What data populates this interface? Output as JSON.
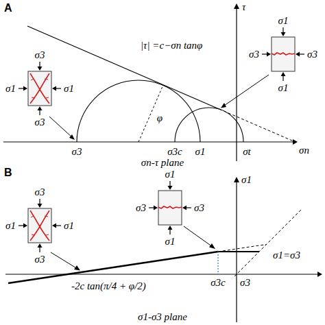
{
  "diagram": {
    "labels": [
      "A",
      "|τ| =c−σn tanφ",
      "τ",
      "σ3",
      "σ1",
      "σ1",
      "σ3",
      "σ1",
      "σ3",
      "σ3",
      "σ1",
      "φ",
      "σ3",
      "σ3c",
      "σ1",
      "σt",
      "σn",
      "σn-τ plane",
      "B",
      "σ1",
      "σ3",
      "σ1",
      "σ1",
      "σ3",
      "σ1",
      "σ3",
      "σ3",
      "σ1",
      "σ1=σ3",
      "-2c tan(π/4 + φ/2)",
      "σ3c",
      "σ3",
      "σ1-σ3 plane"
    ]
  }
}
